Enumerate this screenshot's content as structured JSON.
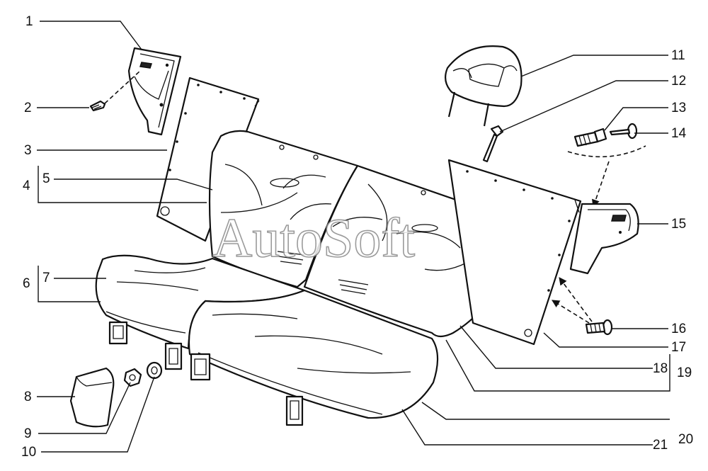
{
  "diagram": {
    "watermark": "AutoSoft",
    "callouts": {
      "c1": "1",
      "c2": "2",
      "c3": "3",
      "c4": "4",
      "c5": "5",
      "c6": "6",
      "c7": "7",
      "c8": "8",
      "c9": "9",
      "c10": "10",
      "c11": "11",
      "c12": "12",
      "c13": "13",
      "c14": "14",
      "c15": "15",
      "c16": "16",
      "c17": "17",
      "c18": "18",
      "c19": "19",
      "c20": "20",
      "c21": "21"
    }
  }
}
